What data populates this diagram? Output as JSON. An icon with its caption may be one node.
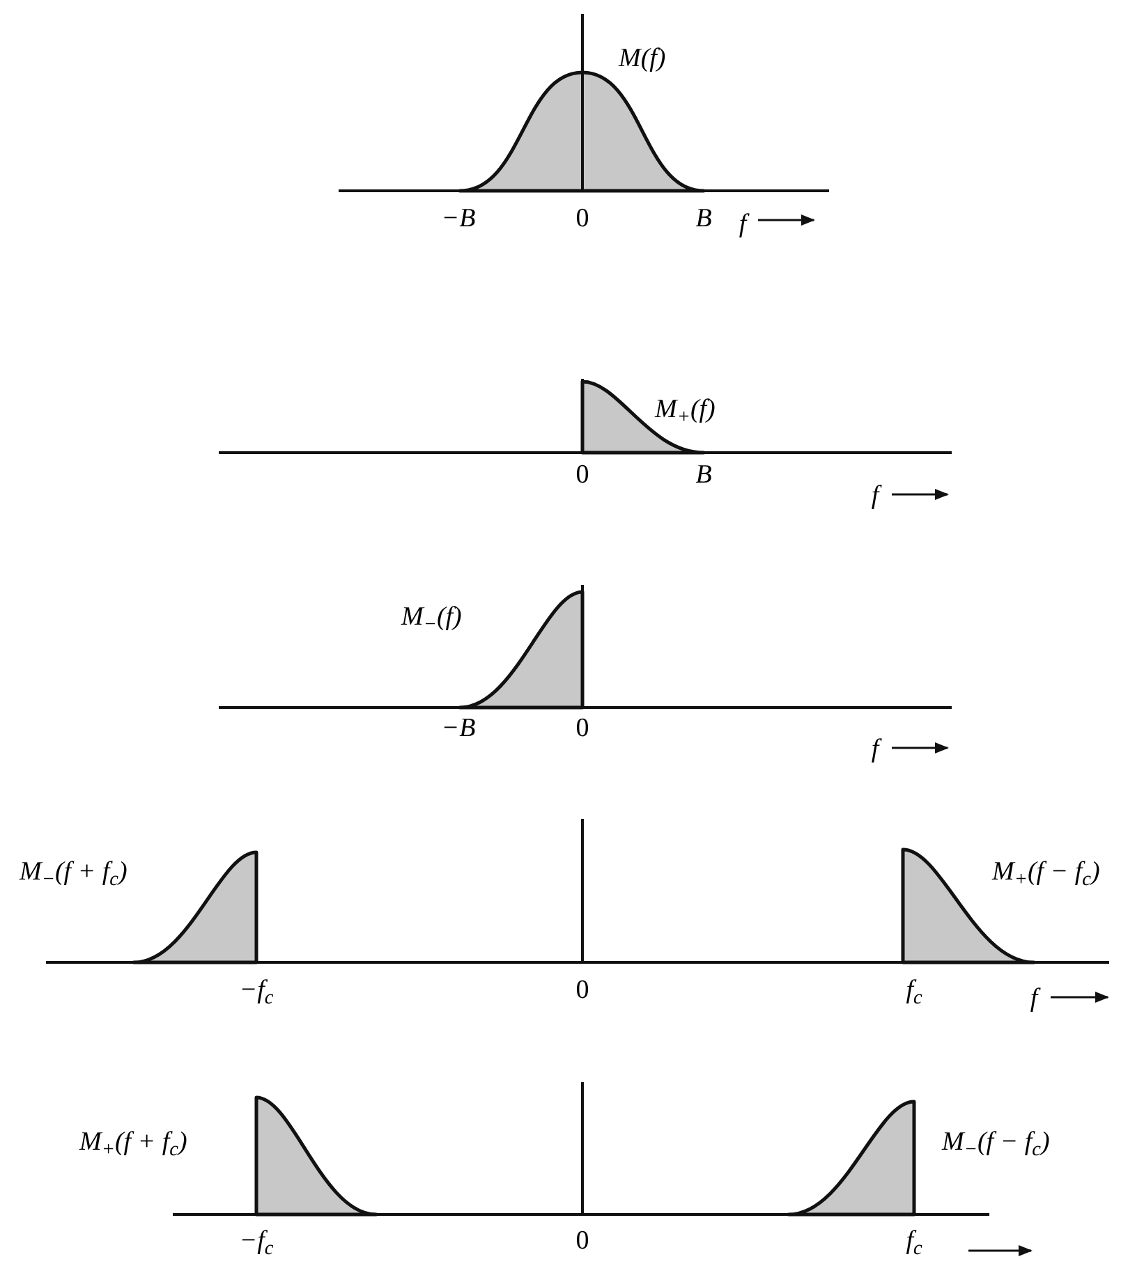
{
  "diagram": {
    "labels": [
      "M(f)",
      "−B",
      "0",
      "B",
      "f",
      "M$_{+}$(f)",
      "0",
      "B",
      "f",
      "M$_{−}$(f)",
      "−B",
      "0",
      "f",
      "M$_{−}$(f + f$_{c}$)",
      "M$_{+}$(f − f$_{c}$)",
      "−f$_{c}$",
      "0",
      "f$_{c}$",
      "f",
      "M$_{+}$(f + f$_{c}$)",
      "M$_{−}$(f − f$_{c}$)",
      "−f$_{c}$",
      "0",
      "f$_{c}$"
    ]
  }
}
